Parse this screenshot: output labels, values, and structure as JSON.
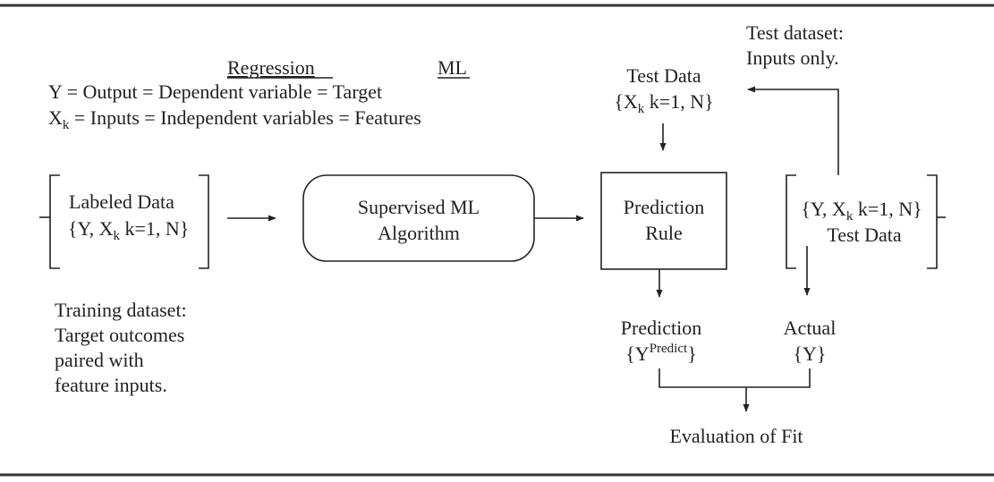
{
  "legend": {
    "regression_heading": "Regression",
    "ml_heading": "ML",
    "line_y": "Y = Output = Dependent variable = Target",
    "line_x_prefix": "X",
    "line_x_sub": "k",
    "line_x_rest": " = Inputs = Independent variables = Features"
  },
  "labeled_data": {
    "title": "Labeled Data",
    "formula_a": "{Y, X",
    "formula_sub": "k",
    "formula_b": " k=1, N}"
  },
  "training_note": {
    "lines": [
      "Training dataset:",
      "Target outcomes",
      "paired with",
      "feature inputs."
    ]
  },
  "algorithm_box": {
    "line1": "Supervised ML",
    "line2": "Algorithm"
  },
  "prediction_rule": {
    "line1": "Prediction",
    "line2": "Rule"
  },
  "test_data_input": {
    "title": "Test Data",
    "formula_a": "{X",
    "formula_sub": "k",
    "formula_b": " k=1, N}"
  },
  "test_dataset_note": {
    "lines": [
      "Test dataset:",
      "Inputs only."
    ]
  },
  "test_data_full": {
    "formula_a": "{Y, X",
    "formula_sub": "k",
    "formula_b": " k=1, N}",
    "title": "Test Data"
  },
  "prediction": {
    "title": "Prediction",
    "formula_a": "{Y",
    "formula_sup": "Predict",
    "formula_b": "}"
  },
  "actual": {
    "title": "Actual",
    "formula": "{Y}"
  },
  "evaluation": {
    "label": "Evaluation of Fit"
  }
}
